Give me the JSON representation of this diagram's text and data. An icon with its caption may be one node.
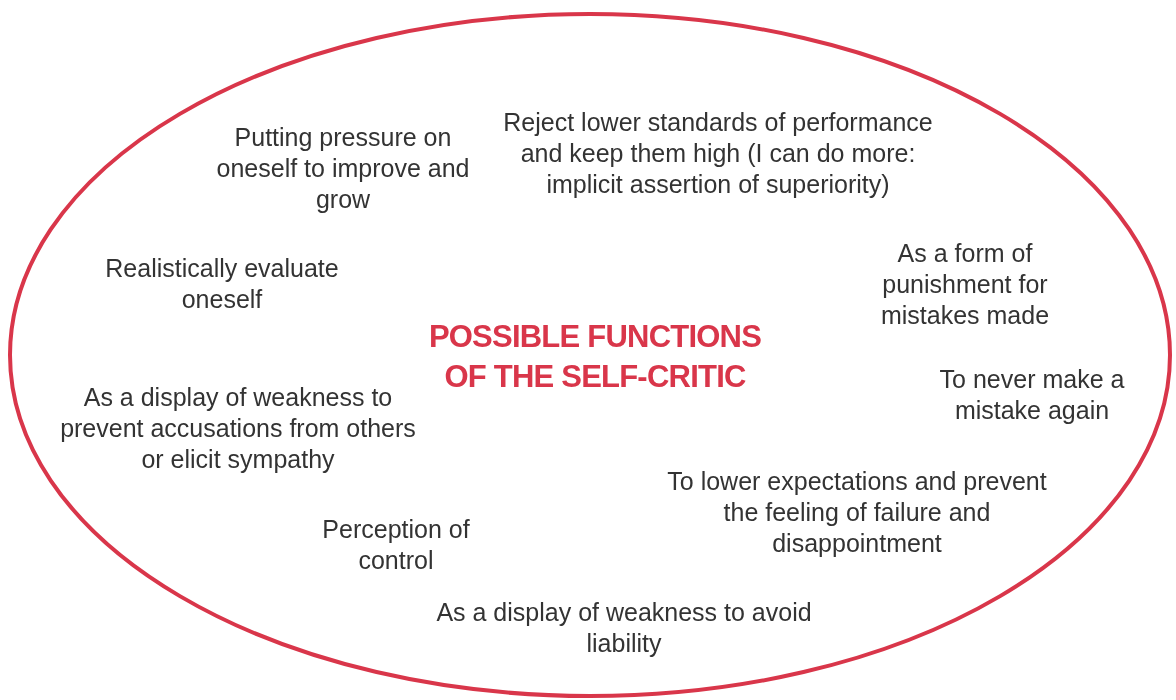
{
  "diagram": {
    "nodes": [
      {
        "text": [
          "POSSIBLE FUNCTIONS OF THE SELF-CRITIC"
        ]
      }
    ],
    "labels": [
      "Reject lower standards of performance and keep them high (I can do more: implicit assertion of superiority)",
      "Putting pressure on oneself to improve and grow",
      "As a form of punishment for mistakes made",
      "Realistically evaluate oneself",
      "As a display of weakness to prevent accusations from others or elicit sympathy",
      "To never make a mistake again",
      "To lower expectations and prevent the feeling of failure and disappointment",
      "Perception of control",
      "As a display of weakness to avoid liability"
    ]
  }
}
